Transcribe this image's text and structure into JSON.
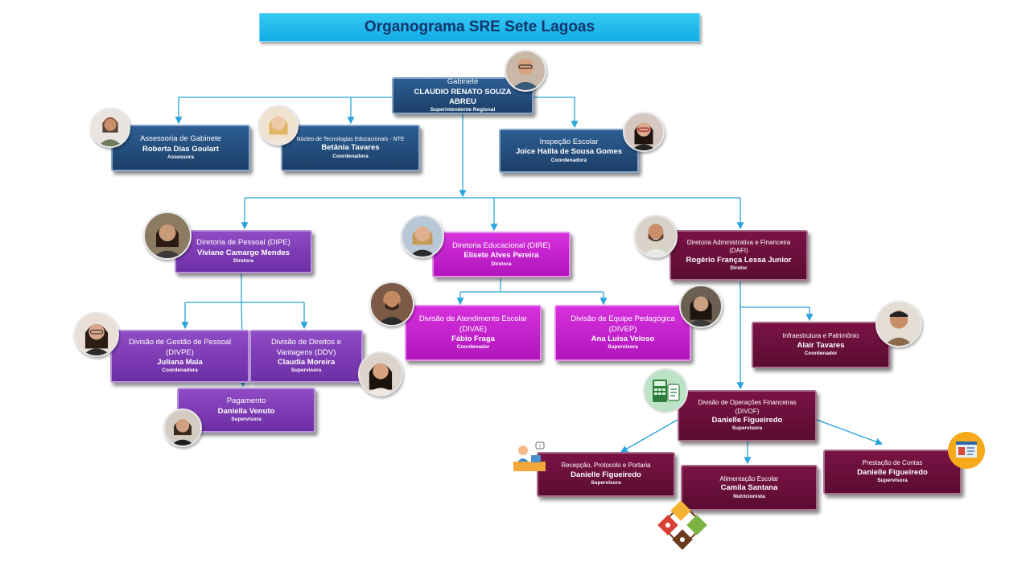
{
  "title": "Organograma SRE Sete Lagoas",
  "colors": {
    "connector": "#2aa4dc",
    "gabinete": "#1f4570",
    "dipe": "#7a36b0",
    "dire": "#c01bc9",
    "dafi": "#6a0f3c",
    "title_bg": "#1ab4ec",
    "title_text": "#12356b"
  },
  "nodes": {
    "gabinete": {
      "title": "Gabinete",
      "name": "CLAUDIO RENATO SOUZA ABREU",
      "role": "Superintendente Regional"
    },
    "assessoria": {
      "title": "Assessoria de Gabinete",
      "name": "Roberta Dias Goulart",
      "role": "Assessora"
    },
    "nte": {
      "title": "Núcleo de Tecnologias Educacionais - NTE",
      "name": "Betânia Tavares",
      "role": "Coordenadora"
    },
    "inspecao": {
      "title": "Inspeção Escolar",
      "name": "Joice Hailla de Sousa Gomes",
      "role": "Coordenadora"
    },
    "dipe": {
      "title": "Diretoria de Pessoal (DIPE)",
      "name": "Viviane Camargo Mendes",
      "role": "Diretora"
    },
    "dire": {
      "title": "Diretoria Educacional (DIRE)",
      "name": "Elisete Alves Pereira",
      "role": "Diretora"
    },
    "dafi": {
      "title": "Diretoria Administrativa e Financeira (DAFI)",
      "name": "Rogério França Lessa Junior",
      "role": "Diretor"
    },
    "divpe": {
      "title": "Divisão de Gestão de Pessoal (DIVPE)",
      "name": "Juliana Maia",
      "role": "Coordenadora"
    },
    "ddv": {
      "title": "Divisão de Direitos e Vantagens (DDV)",
      "name": "Claudia Moreira",
      "role": "Supervisora"
    },
    "pagamento": {
      "title": "Pagamento",
      "name": "Daniella Venuto",
      "role": "Supervisora"
    },
    "divae": {
      "title": "Divisão de Atendimento Escolar (DIVAE)",
      "name": "Fábio Fraga",
      "role": "Coordenador"
    },
    "divep": {
      "title": "Divisão de Equipe Pedagógica (DIVEP)",
      "name": "Ana Luisa Veloso",
      "role": "Supervisora"
    },
    "infra": {
      "title": "Infraestrutura e Patrimônio",
      "name": "Alair Tavares",
      "role": "Coordenador"
    },
    "divof": {
      "title": "Divisão de Operações Financeiras (DIVOF)",
      "name": "Danielle Figueiredo",
      "role": "Supervisora"
    },
    "recepcao": {
      "title": "Recepção, Protocolo e Portaria",
      "name": "Danielle Figueiredo",
      "role": "Supervisora"
    },
    "alimentacao": {
      "title": "Alimentação Escolar",
      "name": "Camila Santana",
      "role": "Nutricionista"
    },
    "prestacao": {
      "title": "Prestação de Contas",
      "name": "Danielle Figueiredo",
      "role": "Supervisora"
    }
  },
  "icons": {
    "reception": "reception-desk-icon",
    "accounts": "accounts-report-icon",
    "food": "school-food-icon",
    "finance": "finance-calculator-icon"
  }
}
